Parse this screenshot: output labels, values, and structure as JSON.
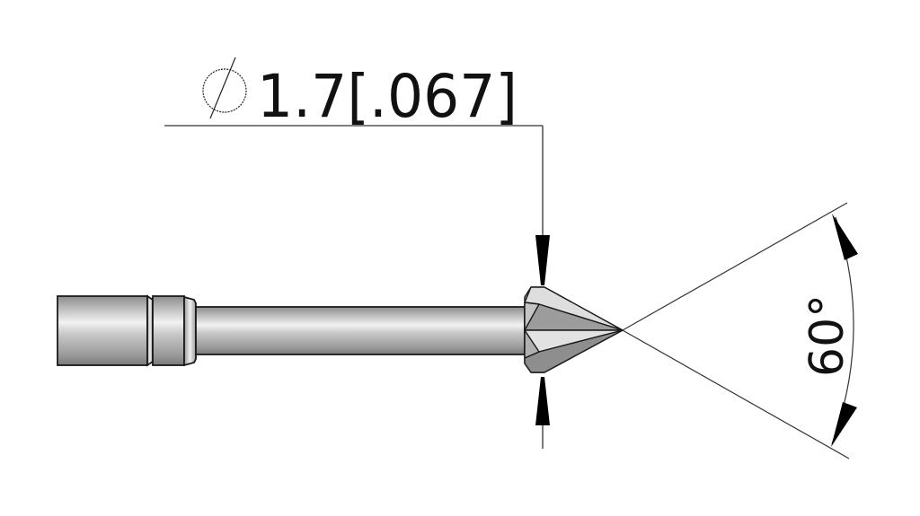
{
  "diameter_dimension": {
    "symbol": "⌀",
    "value_mm": "1.7",
    "value_in": "[.067]",
    "label": "1.7[.067]"
  },
  "angle_dimension": {
    "value": "60°"
  },
  "part": {
    "description": "tool tip with cylindrical collar, shaft and faceted conical point"
  },
  "colors": {
    "line": "#1a1a1a",
    "body_light": "#e6e6e6",
    "body_mid": "#b4b4b4",
    "body_dark": "#7a7a7a",
    "background": "#ffffff"
  }
}
